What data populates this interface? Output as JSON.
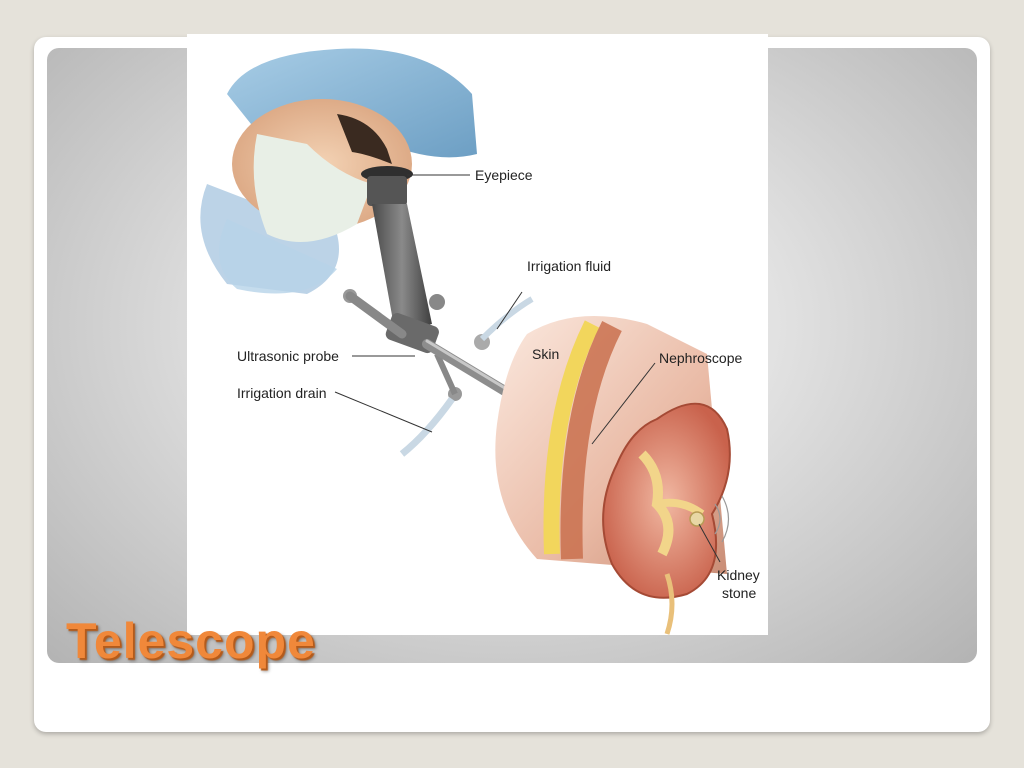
{
  "slide": {
    "title": "Telescope"
  },
  "diagram": {
    "labels": {
      "eyepiece": "Eyepiece",
      "irrigation_fluid": "Irrigation fluid",
      "ultrasonic_probe": "Ultrasonic probe",
      "irrigation_drain": "Irrigation drain",
      "skin": "Skin",
      "nephroscope": "Nephroscope",
      "kidney_stone_line1": "Kidney",
      "kidney_stone_line2": "stone"
    }
  }
}
